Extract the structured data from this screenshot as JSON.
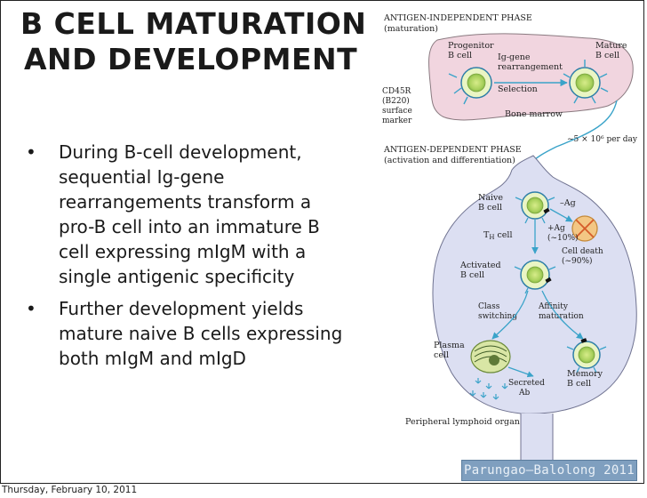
{
  "slide": {
    "title_line1": "B CELL MATURATION",
    "title_line2": "AND DEVELOPMENT",
    "bullet_glyph": "•",
    "bullets": [
      "During B-cell development, sequential Ig-gene rearrangements transform a pro-B cell into an immature B cell expressing mIgM with a single antigenic specificity",
      "Further development yields mature naive B cells expressing both mIgM and mIgD"
    ],
    "credit": "Parungao–Balolong 2011",
    "footer_date": "Thursday, February 10, 2011"
  },
  "diagram": {
    "phase1_title": "ANTIGEN-INDEPENDENT PHASE",
    "phase1_sub": "(maturation)",
    "progenitor_l1": "Progenitor",
    "progenitor_l2": "B cell",
    "mature_l1": "Mature",
    "mature_l2": "B cell",
    "iggene_l1": "Ig-gene",
    "iggene_l2": "rearrangement",
    "selection": "Selection",
    "cd45r_l1": "CD45R",
    "cd45r_l2": "(B220)",
    "cd45r_l3": "surface",
    "cd45r_l4": "marker",
    "bone_marrow": "Bone marrow",
    "per_day": "~5 × 10⁶ per day",
    "phase2_title": "ANTIGEN-DEPENDENT PHASE",
    "phase2_sub": "(activation and differentiation)",
    "naive_l1": "Naive",
    "naive_l2": "B cell",
    "minus_ag": "–Ag",
    "plus_ag": "+Ag",
    "plus_ag_pct": "(~10%)",
    "th_cell": "T",
    "th_sub": "H",
    "th_cell_suffix": " cell",
    "cell_death": "Cell death",
    "cell_death_pct": "(~90%)",
    "activated_l1": "Activated",
    "activated_l2": "B cell",
    "class_l1": "Class",
    "class_l2": "switching",
    "affinity_l1": "Affinity",
    "affinity_l2": "maturation",
    "plasma_l1": "Plasma",
    "plasma_l2": "cell",
    "memory_l1": "Memory",
    "memory_l2": "B cell",
    "secreted_l1": "Secreted",
    "secreted_l2": "Ab",
    "peripheral": "Peripheral lymphoid organ"
  }
}
